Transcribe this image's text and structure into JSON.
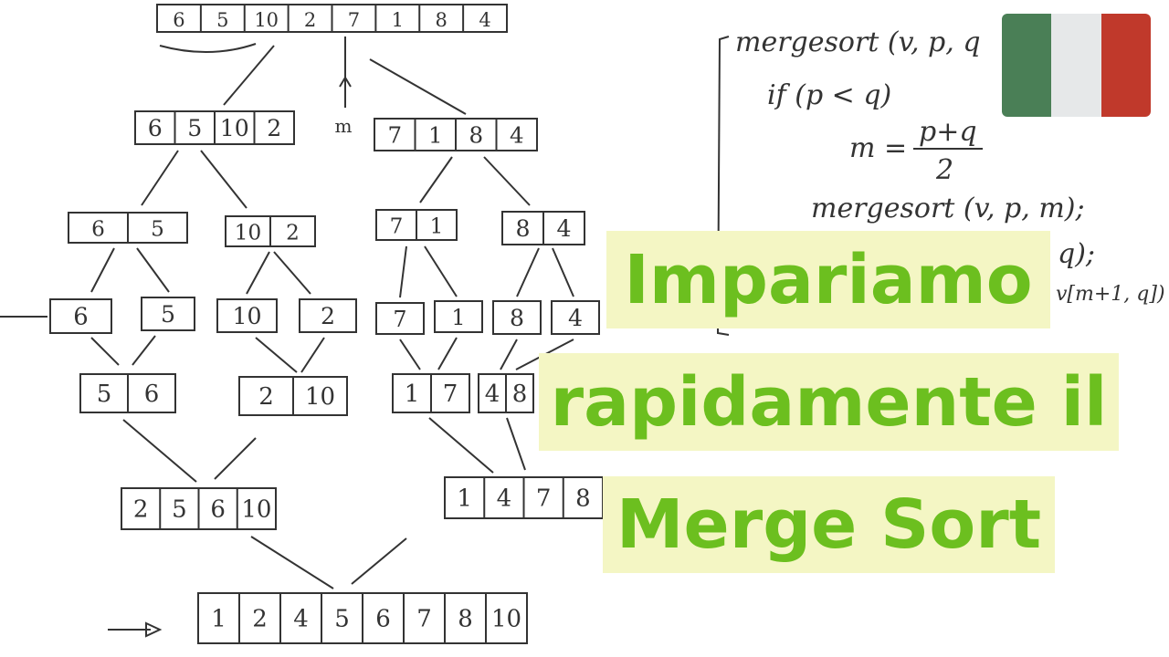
{
  "diagram": {
    "levels": [
      [
        [
          6,
          5,
          10,
          2,
          7,
          1,
          8,
          4
        ]
      ],
      [
        [
          6,
          5,
          10,
          2
        ],
        [
          7,
          1,
          8,
          4
        ]
      ],
      [
        [
          6,
          5
        ],
        [
          10,
          2
        ],
        [
          7,
          1
        ],
        [
          8,
          4
        ]
      ],
      [
        [
          6
        ],
        [
          5
        ],
        [
          10
        ],
        [
          2
        ],
        [
          7
        ],
        [
          1
        ],
        [
          8
        ],
        [
          4
        ]
      ],
      [
        [
          5,
          6
        ],
        [
          2,
          10
        ],
        [
          1,
          7
        ],
        [
          4,
          8
        ]
      ],
      [
        [
          2,
          5,
          6,
          10
        ],
        [
          1,
          4,
          7,
          8
        ]
      ],
      [
        [
          1,
          2,
          4,
          5,
          6,
          7,
          8,
          10
        ]
      ]
    ],
    "mid_label": "m"
  },
  "pseudocode": {
    "line1": "mergesort (v, p, q",
    "line2": "if (p < q)",
    "line3_lhs": "m =",
    "line3_num": "p+q",
    "line3_den": "2",
    "line4": "mergesort (v, p, m);",
    "line5": "q);",
    "line6": "v[m+1, q])"
  },
  "flag": {
    "colors": [
      "#4a7f56",
      "#e6e8e9",
      "#c0392b"
    ]
  },
  "title": {
    "line1": "Impariamo",
    "line2": "rapidamente il",
    "line3": "Merge Sort",
    "text_color": "#6cbf1f",
    "box_color": "#f4f6c4"
  }
}
